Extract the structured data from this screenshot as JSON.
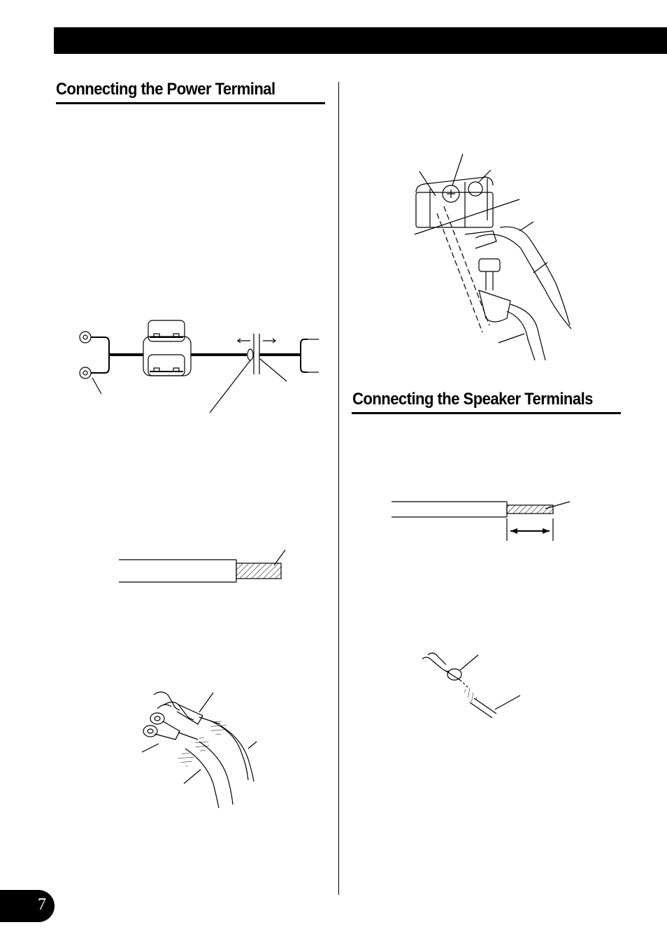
{
  "page": {
    "page_number": "7",
    "left_column": {
      "section_title": "Connecting the Power Terminal"
    },
    "right_column": {
      "section_title": "Connecting the Speaker Terminals"
    }
  },
  "figures": [
    "fuse-holder-wiring-figure",
    "stripped-wire-figure",
    "crimp-terminals-figure",
    "terminal-block-figure",
    "speaker-wire-strip-figure",
    "speaker-terminal-figure"
  ]
}
